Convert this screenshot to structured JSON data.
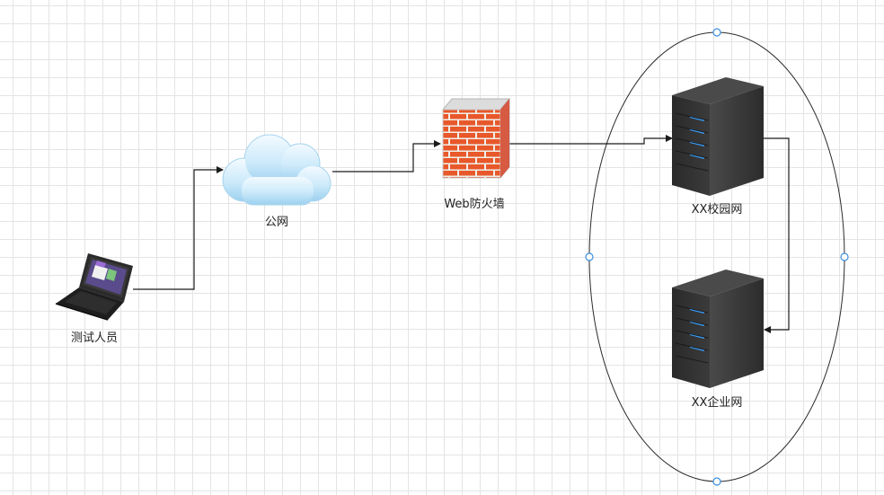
{
  "nodes": {
    "tester": {
      "label": "测试人员",
      "icon": "laptop-icon"
    },
    "internet": {
      "label": "公网",
      "icon": "cloud-icon"
    },
    "firewall": {
      "label": "Web防火墙",
      "icon": "firewall-icon"
    },
    "campus": {
      "label": "XX校园网",
      "icon": "server-icon"
    },
    "enterprise": {
      "label": "XX企业网",
      "icon": "server-icon"
    }
  },
  "colors": {
    "grid": "#e4e4e4",
    "connector": "#1a1a1a",
    "selection_handle": "#3c8fdc",
    "server_body": "#2f2f2f",
    "server_led": "#3aa0ff",
    "brick": "#e8582a",
    "cloud": "#bfe3f7"
  }
}
